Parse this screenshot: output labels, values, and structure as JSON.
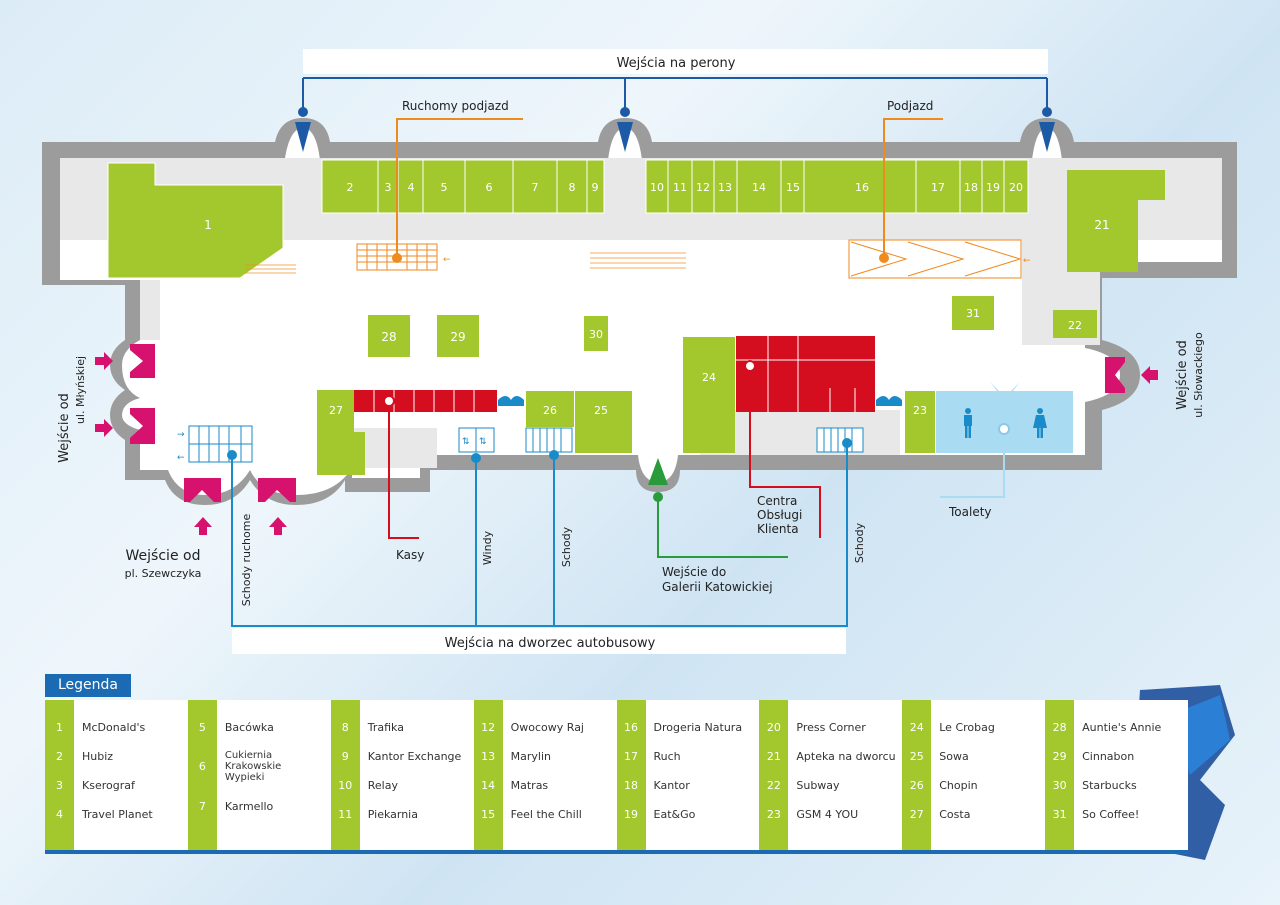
{
  "top_title": "Wejścia na perony",
  "labels": {
    "ruchomy_podjazd": "Ruchomy podjazd",
    "podjazd": "Podjazd",
    "entrance_mlynska_1": "Wejście od",
    "entrance_mlynska_2": "ul. Młyńskiej",
    "entrance_slowackiego_1": "Wejście od",
    "entrance_slowackiego_2": "ul. Słowackiego",
    "entrance_szewczyka_1": "Wejście od",
    "entrance_szewczyka_2": "pl. Szewczyka",
    "schody_ruchome": "Schody ruchome",
    "kasy": "Kasy",
    "windy": "Windy",
    "schody_1": "Schody",
    "schody_2": "Schody",
    "galeria_1": "Wejście do",
    "galeria_2": "Galerii Katowickiej",
    "centra_1": "Centra",
    "centra_2": "Obsługi",
    "centra_3": "Klienta",
    "toalety": "Toalety",
    "bus_title": "Wejścia na dworzec autobusowy"
  },
  "shops": [
    "1",
    "2",
    "3",
    "4",
    "5",
    "6",
    "7",
    "8",
    "9",
    "10",
    "11",
    "12",
    "13",
    "14",
    "15",
    "16",
    "17",
    "18",
    "19",
    "20",
    "21",
    "22",
    "23",
    "24",
    "25",
    "26",
    "27",
    "28",
    "29",
    "30",
    "31"
  ],
  "legend_title": "Legenda",
  "legend": [
    [
      {
        "n": "1",
        "name": "McDonald's"
      },
      {
        "n": "2",
        "name": "Hubiz"
      },
      {
        "n": "3",
        "name": "Kserograf"
      },
      {
        "n": "4",
        "name": "Travel Planet"
      }
    ],
    [
      {
        "n": "5",
        "name": "Bacówka"
      },
      {
        "n": "6",
        "name": "Cukiernia Krakowskie Wypieki"
      },
      {
        "n": "7",
        "name": "Karmello"
      }
    ],
    [
      {
        "n": "8",
        "name": "Trafika"
      },
      {
        "n": "9",
        "name": "Kantor Exchange"
      },
      {
        "n": "10",
        "name": "Relay"
      },
      {
        "n": "11",
        "name": "Piekarnia"
      }
    ],
    [
      {
        "n": "12",
        "name": "Owocowy Raj"
      },
      {
        "n": "13",
        "name": "Marylin"
      },
      {
        "n": "14",
        "name": "Matras"
      },
      {
        "n": "15",
        "name": "Feel the Chill"
      }
    ],
    [
      {
        "n": "16",
        "name": "Drogeria Natura"
      },
      {
        "n": "17",
        "name": "Ruch"
      },
      {
        "n": "18",
        "name": "Kantor"
      },
      {
        "n": "19",
        "name": "Eat&Go"
      }
    ],
    [
      {
        "n": "20",
        "name": "Press Corner"
      },
      {
        "n": "21",
        "name": "Apteka na dworcu"
      },
      {
        "n": "22",
        "name": "Subway"
      },
      {
        "n": "23",
        "name": "GSM 4 YOU"
      }
    ],
    [
      {
        "n": "24",
        "name": "Le Crobag"
      },
      {
        "n": "25",
        "name": "Sowa"
      },
      {
        "n": "26",
        "name": "Chopin"
      },
      {
        "n": "27",
        "name": "Costa"
      }
    ],
    [
      {
        "n": "28",
        "name": "Auntie's Annie"
      },
      {
        "n": "29",
        "name": "Cinnabon"
      },
      {
        "n": "30",
        "name": "Starbucks"
      },
      {
        "n": "31",
        "name": "So Coffee!"
      }
    ]
  ],
  "colors": {
    "shop": "#a3c82d",
    "ticket": "#d40d1f",
    "blue": "#1a8bc9",
    "orange": "#ef8a1f",
    "green": "#2a9b3a",
    "magenta": "#d6126e",
    "navy": "#1d5aa6"
  }
}
